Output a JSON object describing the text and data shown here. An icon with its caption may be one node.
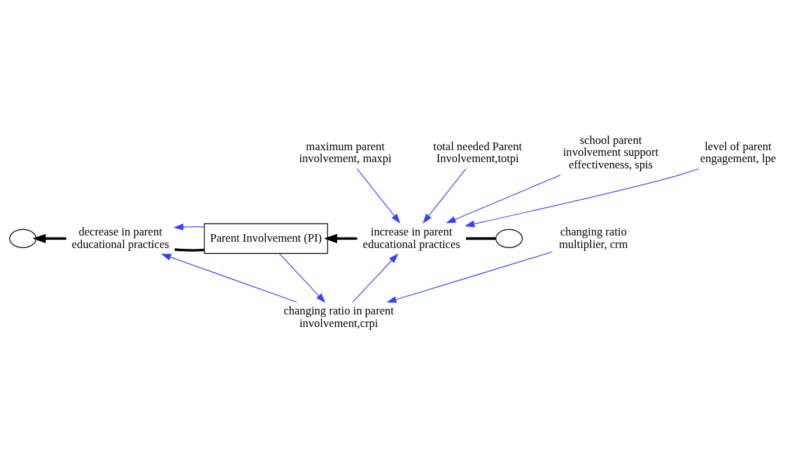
{
  "diagram": {
    "nodes": [
      {
        "text": [],
        "shape": "cloud"
      },
      {
        "text": [
          "decrease in parent educational practices"
        ]
      },
      {
        "text": [
          "Parent Involvement (PI)"
        ]
      },
      {
        "text": [
          "increase in parent educational practices"
        ]
      },
      {
        "text": [],
        "shape": "cloud"
      },
      {
        "text": [
          "maximum parent involvement, maxpi"
        ]
      },
      {
        "text": [
          "total needed Parent Involvement,totpi"
        ]
      },
      {
        "text": [
          "school parent involvement support effectiveness, spis"
        ]
      },
      {
        "text": [
          "level of parent engagement, lpe"
        ]
      },
      {
        "text": [
          "changing ratio in parent involvement,crpi"
        ]
      },
      {
        "text": [
          "changing ratio multiplier, crm"
        ]
      }
    ],
    "edges": [
      {
        "from": 2,
        "to": 1,
        "arrow": "none",
        "style": "thick",
        "color": "#000000"
      },
      {
        "from": 1,
        "to": 0,
        "arrow": "to",
        "style": "thick",
        "color": "#000000"
      },
      {
        "from": 4,
        "to": 3,
        "arrow": "none",
        "style": "thick",
        "color": "#000000"
      },
      {
        "from": 3,
        "to": 2,
        "arrow": "to",
        "style": "thick",
        "color": "#000000"
      },
      {
        "from": 2,
        "to": 1,
        "arrow": "to"
      },
      {
        "from": 5,
        "to": 3,
        "arrow": "to"
      },
      {
        "from": 6,
        "to": 3,
        "arrow": "to"
      },
      {
        "from": 7,
        "to": 3,
        "arrow": "to"
      },
      {
        "from": 8,
        "to": 3,
        "arrow": "to"
      },
      {
        "from": 9,
        "to": 1,
        "arrow": "to"
      },
      {
        "from": 9,
        "to": 3,
        "arrow": "to"
      },
      {
        "from": 2,
        "to": 9,
        "arrow": "to"
      },
      {
        "from": 10,
        "to": 9,
        "arrow": "to"
      }
    ]
  }
}
